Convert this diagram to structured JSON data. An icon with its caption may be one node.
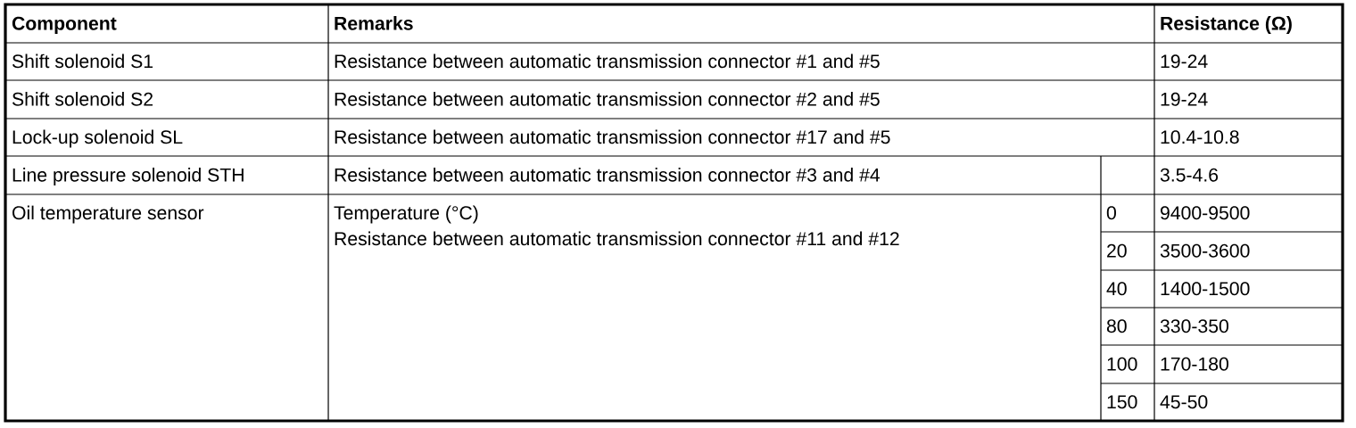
{
  "diagram": {
    "labels": [
      "Component",
      "Remarks",
      "Resistance (Ω)",
      "Shift solenoid S1",
      "Resistance between automatic transmission connector #1 and #5",
      "19-24",
      "Shift solenoid S2",
      "Resistance between automatic transmission connector #2 and #5",
      "19-24",
      "Lock-up solenoid SL",
      "Resistance between automatic transmission connector #17 and #5",
      "10.4-10.8",
      "Line pressure solenoid STH",
      "Resistance between automatic transmission connector #3 and #4",
      "3.5-4.6",
      "Oil temperature sensor",
      "Temperature (°C)",
      "Resistance between automatic transmission connector #11 and #12",
      "0",
      "9400-9500",
      "20",
      "3500-3600",
      "40",
      "1400-1500",
      "80",
      "330-350",
      "100",
      "170-180",
      "150",
      "45-50"
    ]
  }
}
